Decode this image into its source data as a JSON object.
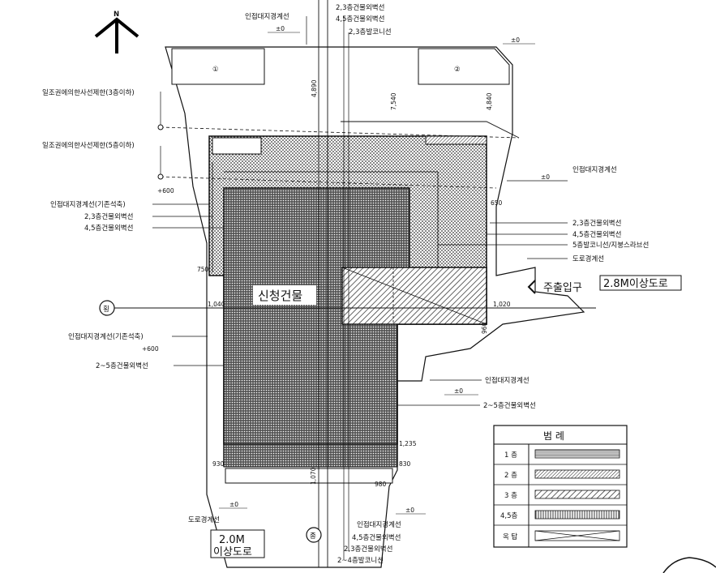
{
  "north": "N",
  "lots": {
    "lot1": "①",
    "lot2": "②"
  },
  "building_label": "신청건물",
  "labels": {
    "top_adj_boundary": "인접대지경계선",
    "top_23_wall": "2,3층건물외벽선",
    "top_45_wall": "4,5층건물외벽선",
    "top_23_balcony": "2,3층발코니선",
    "sun3": "일조권에의한사선제한(3층이하)",
    "sun5": "일조권에의한사선제한(5층이하)",
    "left_adj_retaining": "인접대지경계선(기존석축)",
    "left_23_wall": "2,3층건물외벽선",
    "left_45_wall": "4,5층건물외벽선",
    "left_adj_retaining2": "인접대지경계선(기존석축)",
    "left_25_wall": "2~5층건물외벽선",
    "left_road_boundary": "도로경계선",
    "right_adj_boundary": "인접대지경계선",
    "right_23_wall": "2,3층건물외벽선",
    "right_45_wall": "4,5층건물외벽선",
    "right_5f_balcony": "5층발코니선/지붕스라브선",
    "right_road_boundary": "도로경계선",
    "main_entrance": "주출입구",
    "road_right": "2.8M이상도로",
    "right_adj_boundary2": "인접대지경계선",
    "right_25_wall": "2~5층건물외벽선",
    "bottom_adj_boundary": "인접대지경계선",
    "bottom_45_wall": "4,5층건물외벽선",
    "bottom_23_wall": "2,3층건물외벽선",
    "bottom_24_balcony": "2~4층발코니선",
    "road_bottom_1": "2.0M",
    "road_bottom_2": "이상도로",
    "section_h": "횡",
    "section_v": "종"
  },
  "levels": {
    "pm0_top": "±0",
    "pm0_topright": "±0",
    "pm0_right": "±0",
    "pm0_right2": "±0",
    "pm0_bottom": "±0",
    "pm0_bottomleft": "±0",
    "plus600_a": "+600",
    "plus600_b": "+600"
  },
  "dims": {
    "d4890": "4,890",
    "d7540": "7,540",
    "d4840": "4,840",
    "d750": "750",
    "d1040": "1,040",
    "d1020": "1,020",
    "d960": "960",
    "d1235": "1,235",
    "d830": "830",
    "d930": "930",
    "d1070": "1,070",
    "d980": "980",
    "d650": "650"
  },
  "legend": {
    "title": "범  례",
    "rows": [
      {
        "floor": "1 층",
        "pattern": "hatch-floor1"
      },
      {
        "floor": "2 층",
        "pattern": "hatch-floor2"
      },
      {
        "floor": "3 층",
        "pattern": "hatch-floor3"
      },
      {
        "floor": "4,5층",
        "pattern": "hatch-floor45"
      },
      {
        "floor": "옥 탑",
        "pattern": "hatch-rooftop"
      }
    ]
  }
}
